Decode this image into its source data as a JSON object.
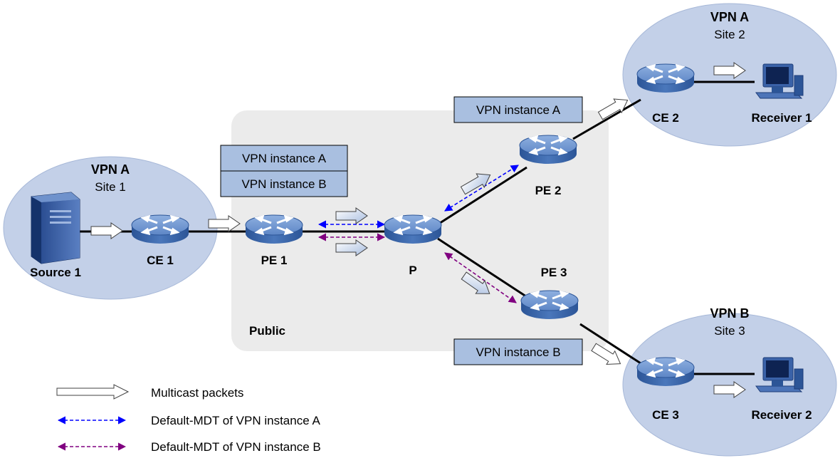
{
  "public_label": "Public",
  "sites": {
    "site1": {
      "vpn": "VPN A",
      "site": "Site 1"
    },
    "site2": {
      "vpn": "VPN A",
      "site": "Site 2"
    },
    "site3": {
      "vpn": "VPN B",
      "site": "Site 3"
    }
  },
  "nodes": {
    "source1": "Source 1",
    "ce1": "CE 1",
    "pe1": "PE 1",
    "p": "P",
    "pe2": "PE 2",
    "pe3": "PE 3",
    "ce2": "CE 2",
    "ce3": "CE 3",
    "receiver1": "Receiver 1",
    "receiver2": "Receiver 2"
  },
  "instance_boxes": {
    "pe1_a": "VPN instance A",
    "pe1_b": "VPN instance B",
    "pe2_a": "VPN instance A",
    "pe3_b": "VPN instance B"
  },
  "legend": {
    "multicast": "Multicast packets",
    "mdt_a": "Default-MDT of VPN instance A",
    "mdt_b": "Default-MDT of VPN instance B"
  },
  "colors": {
    "site_fill": "#c3d0e8",
    "public_fill": "#ebebeb",
    "box_fill": "#a9bfe0",
    "router_body": "#3d6cb0",
    "mdt_a": "#0000ff",
    "mdt_b": "#800080"
  }
}
